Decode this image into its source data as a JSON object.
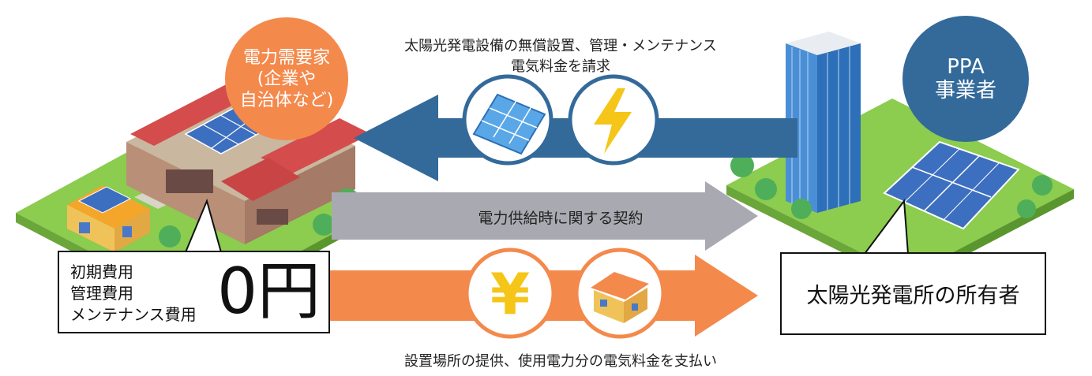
{
  "consumer": {
    "label_lines": [
      "電力需要家",
      "(企業や",
      "自治体など)"
    ],
    "color": "#f4894c"
  },
  "provider": {
    "label_lines": [
      "PPA",
      "事業者"
    ],
    "color": "#336a9a"
  },
  "top_flow": {
    "line1": "太陽光発電設備の無償設置、管理・メンテナンス",
    "line2": "電気料金を請求",
    "arrow_color": "#336a9a"
  },
  "middle_flow": {
    "label": "電力供給時に関する契約",
    "arrow_color": "#a9a9b1"
  },
  "bottom_flow": {
    "label": "設置場所の提供、使用電力分の電気料金を支払い",
    "arrow_color": "#f4894c"
  },
  "cost_box": {
    "items": [
      "初期費用",
      "管理費用",
      "メンテナンス費用"
    ],
    "amount": "0円"
  },
  "owner_box": {
    "label": "太陽光発電所の所有者"
  },
  "icons": [
    "solar-panel-icon",
    "lightning-icon",
    "yen-icon",
    "house-icon"
  ]
}
